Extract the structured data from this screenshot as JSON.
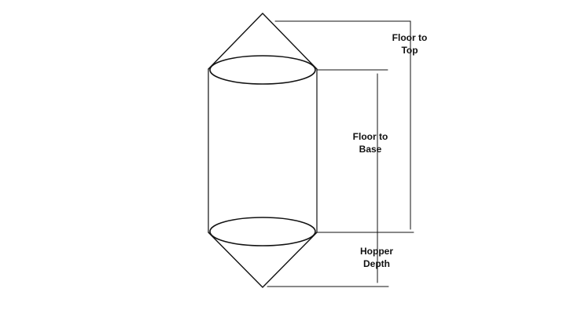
{
  "diagram": {
    "labels": {
      "floor_to_top": {
        "line1": "Floor to",
        "line2": "Top"
      },
      "floor_to_base": {
        "line1": "Floor to",
        "line2": "Base"
      },
      "hopper_depth": {
        "line1": "Hopper",
        "line2": "Depth"
      }
    },
    "colors": {
      "stroke": "#111111",
      "background": "#ffffff"
    }
  }
}
